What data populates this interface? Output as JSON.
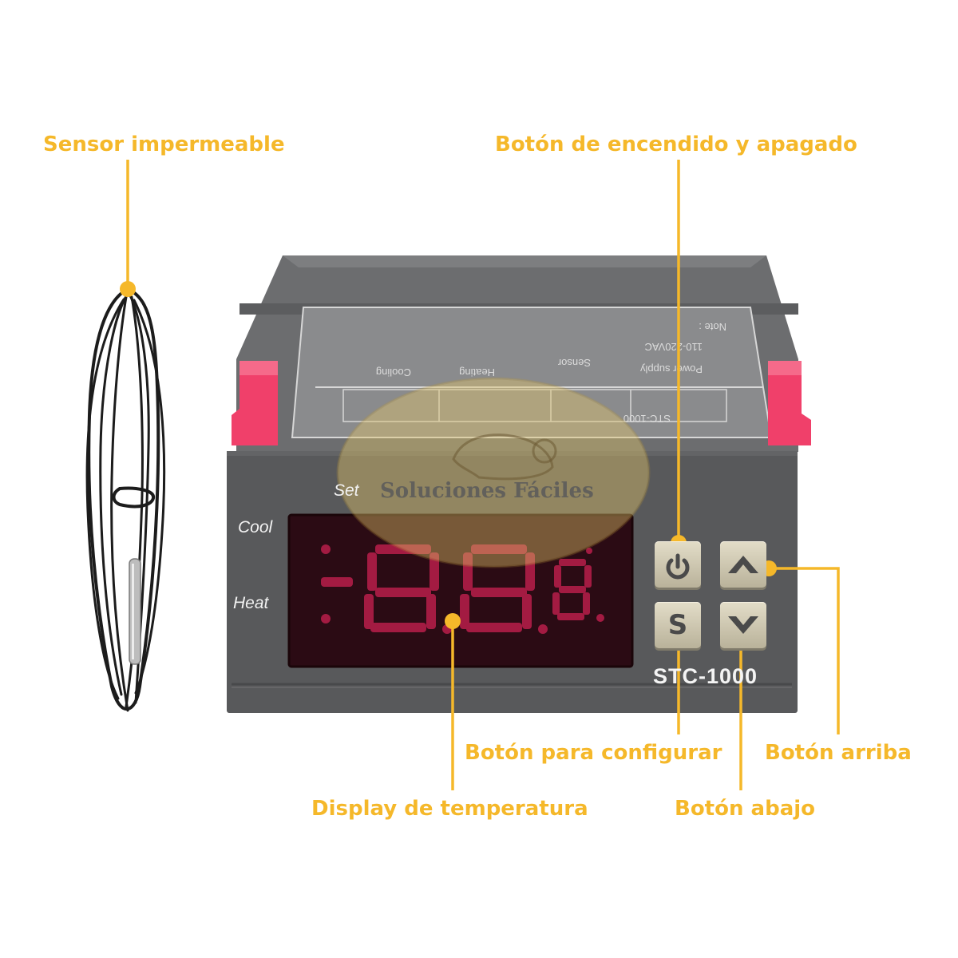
{
  "callouts": {
    "sensor": "Sensor impermeable",
    "power": "Botón de encendido y apagado",
    "configure": "Botón para configurar",
    "up": "Botón arriba",
    "display": "Display de temperatura",
    "down": "Botón abajo"
  },
  "device": {
    "model": "STC-1000",
    "indicator_set": "Set",
    "indicator_cool": "Cool",
    "indicator_heat": "Heat",
    "set_button_letter": "S",
    "display_reading": "-8.8.8",
    "top_label": {
      "model": "STC-1000",
      "power": "Power supply",
      "voltage": "110-220VAC",
      "sensor": "Sensor",
      "heating": "Heating",
      "cooling": "Cooling",
      "note": "Note :"
    }
  },
  "watermark": {
    "text": "Soluciones Fáciles"
  },
  "colors": {
    "accent": "#f5b82a",
    "body": "#58595b",
    "clip": "#f0406a",
    "display_bg": "#2b0b14",
    "segment": "#b01d48",
    "button": "#d6d0ba"
  },
  "icons": {
    "power": "power-icon",
    "up": "chevron-up-icon",
    "down": "chevron-down-icon"
  }
}
